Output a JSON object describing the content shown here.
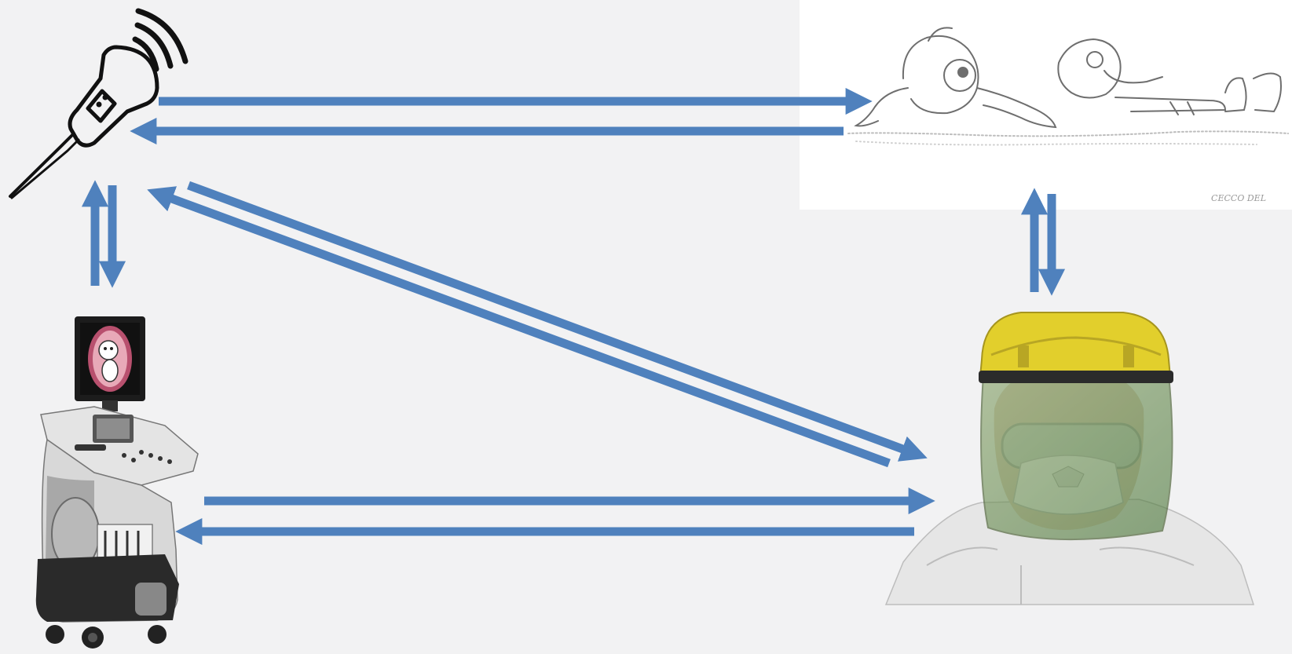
{
  "diagram": {
    "nodes": [
      {
        "id": "probe",
        "label": "",
        "icon": "ultrasound-probe-icon"
      },
      {
        "id": "patient",
        "label": "",
        "icon": "patient-cartoon-image"
      },
      {
        "id": "machine",
        "label": "",
        "icon": "ultrasound-machine-icon"
      },
      {
        "id": "operator",
        "label": "",
        "icon": "operator-ppe-image"
      }
    ],
    "edges": [
      {
        "from": "probe",
        "to": "patient"
      },
      {
        "from": "patient",
        "to": "probe"
      },
      {
        "from": "probe",
        "to": "machine"
      },
      {
        "from": "machine",
        "to": "probe"
      },
      {
        "from": "patient",
        "to": "operator"
      },
      {
        "from": "operator",
        "to": "patient"
      },
      {
        "from": "probe",
        "to": "operator"
      },
      {
        "from": "operator",
        "to": "probe"
      },
      {
        "from": "machine",
        "to": "operator"
      },
      {
        "from": "operator",
        "to": "machine"
      }
    ]
  },
  "cartoon_signature": "CECCO DEL",
  "colors": {
    "background": "#f2f2f3",
    "arrow": "#4f81bd",
    "helmet": "#e2cf2c",
    "visor": "#6f8f57",
    "suit": "#e6e6e6"
  }
}
